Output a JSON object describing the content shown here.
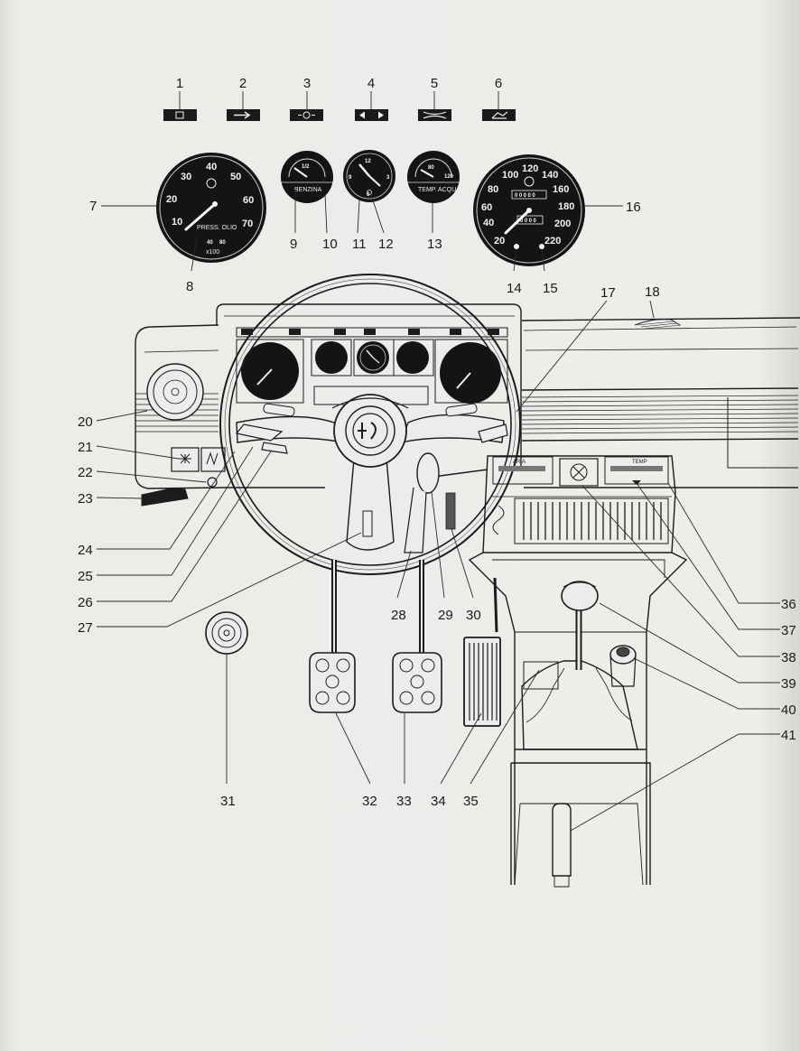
{
  "callouts": [
    "1",
    "2",
    "3",
    "4",
    "5",
    "6",
    "7",
    "8",
    "9",
    "10",
    "11",
    "12",
    "13",
    "14",
    "15",
    "16",
    "17",
    "18",
    "20",
    "21",
    "22",
    "23",
    "24",
    "25",
    "26",
    "27",
    "28",
    "29",
    "30",
    "31",
    "32",
    "33",
    "34",
    "35",
    "36",
    "37",
    "38",
    "39",
    "40",
    "41"
  ],
  "tachometer": {
    "scale": [
      "10",
      "20",
      "30",
      "40",
      "50",
      "60",
      "70"
    ],
    "label": "PRESS. OLIO",
    "sub_scale": [
      "40",
      "80"
    ],
    "multiplier": "x100"
  },
  "fuel_gauge": {
    "scale": [
      "1/2"
    ],
    "label": "BENZINA"
  },
  "clock": {
    "scale": [
      "12",
      "3",
      "6",
      "9"
    ]
  },
  "temp_gauge": {
    "scale": [
      "80",
      "120"
    ],
    "label": "TEMP. ACQUA"
  },
  "speedometer": {
    "scale": [
      "20",
      "40",
      "60",
      "80",
      "100",
      "120",
      "140",
      "160",
      "180",
      "200",
      "220"
    ],
    "odometer": "00000",
    "trip": "0000"
  },
  "heater": {
    "left_label": "ARIA",
    "right_label": "TEMP"
  },
  "colors": {
    "ink": "#1c1c1c",
    "paper": "#ececea",
    "dial": "#141414"
  }
}
